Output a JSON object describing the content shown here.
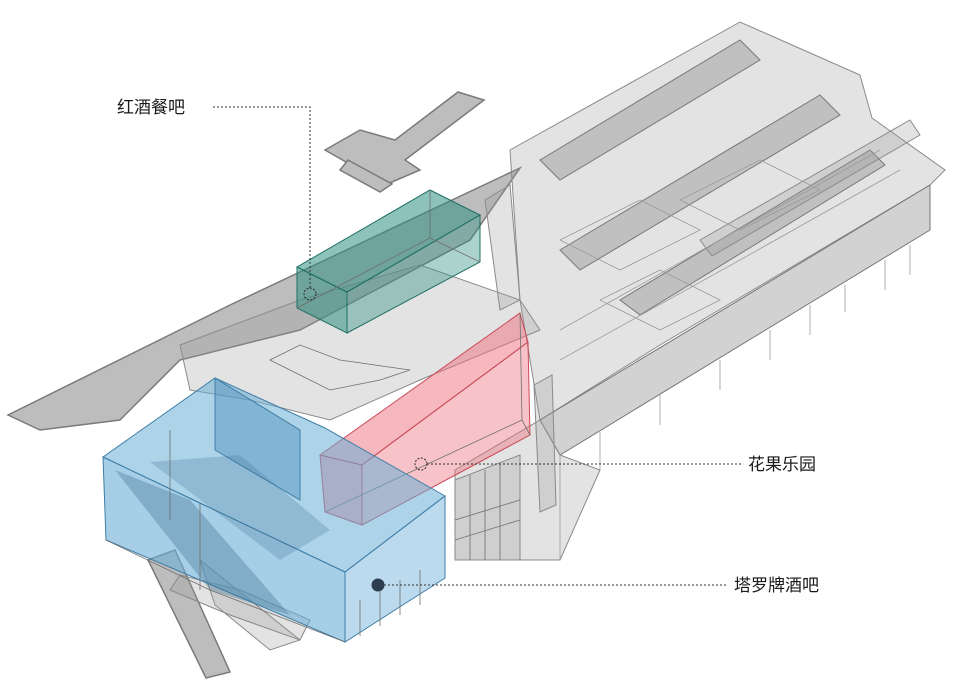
{
  "colors": {
    "wine_bar": "#2f8f83",
    "garden": "#ef6f7d",
    "tarot_bar": "#6aaed6",
    "building": "#9a9a9a"
  },
  "callouts": [
    {
      "id": "wine-bar",
      "label": "红酒餐吧"
    },
    {
      "id": "flower-garden",
      "label": "花果乐园"
    },
    {
      "id": "tarot-bar",
      "label": "塔罗牌酒吧"
    }
  ]
}
